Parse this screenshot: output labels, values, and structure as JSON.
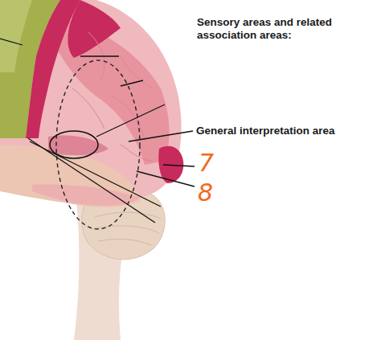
{
  "diagram": {
    "title": "Sensory areas and related association areas:",
    "labels": [
      "General interpretation area",
      "7",
      "8"
    ]
  }
}
